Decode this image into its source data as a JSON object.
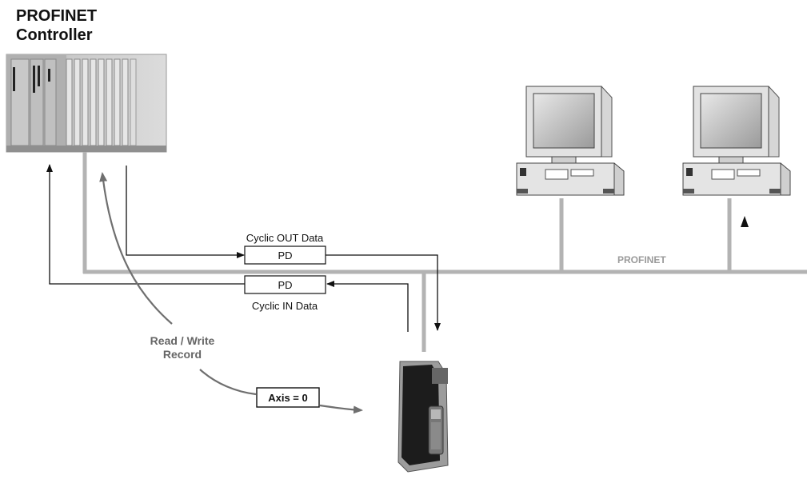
{
  "title": {
    "line1": "PROFINET",
    "line2": "Controller"
  },
  "network_label": "PROFINET",
  "out_label": "Cyclic OUT Data",
  "in_label": "Cyclic IN Data",
  "pd_out": "PD",
  "pd_in": "PD",
  "rw_label": {
    "line1": "Read / Write",
    "line2": "Record"
  },
  "axis_label": "Axis = 0",
  "colors": {
    "bus": "#b3b3b3",
    "arrow": "#111111",
    "rw_arrow": "#6f6f6f",
    "rw_text": "#666666"
  }
}
